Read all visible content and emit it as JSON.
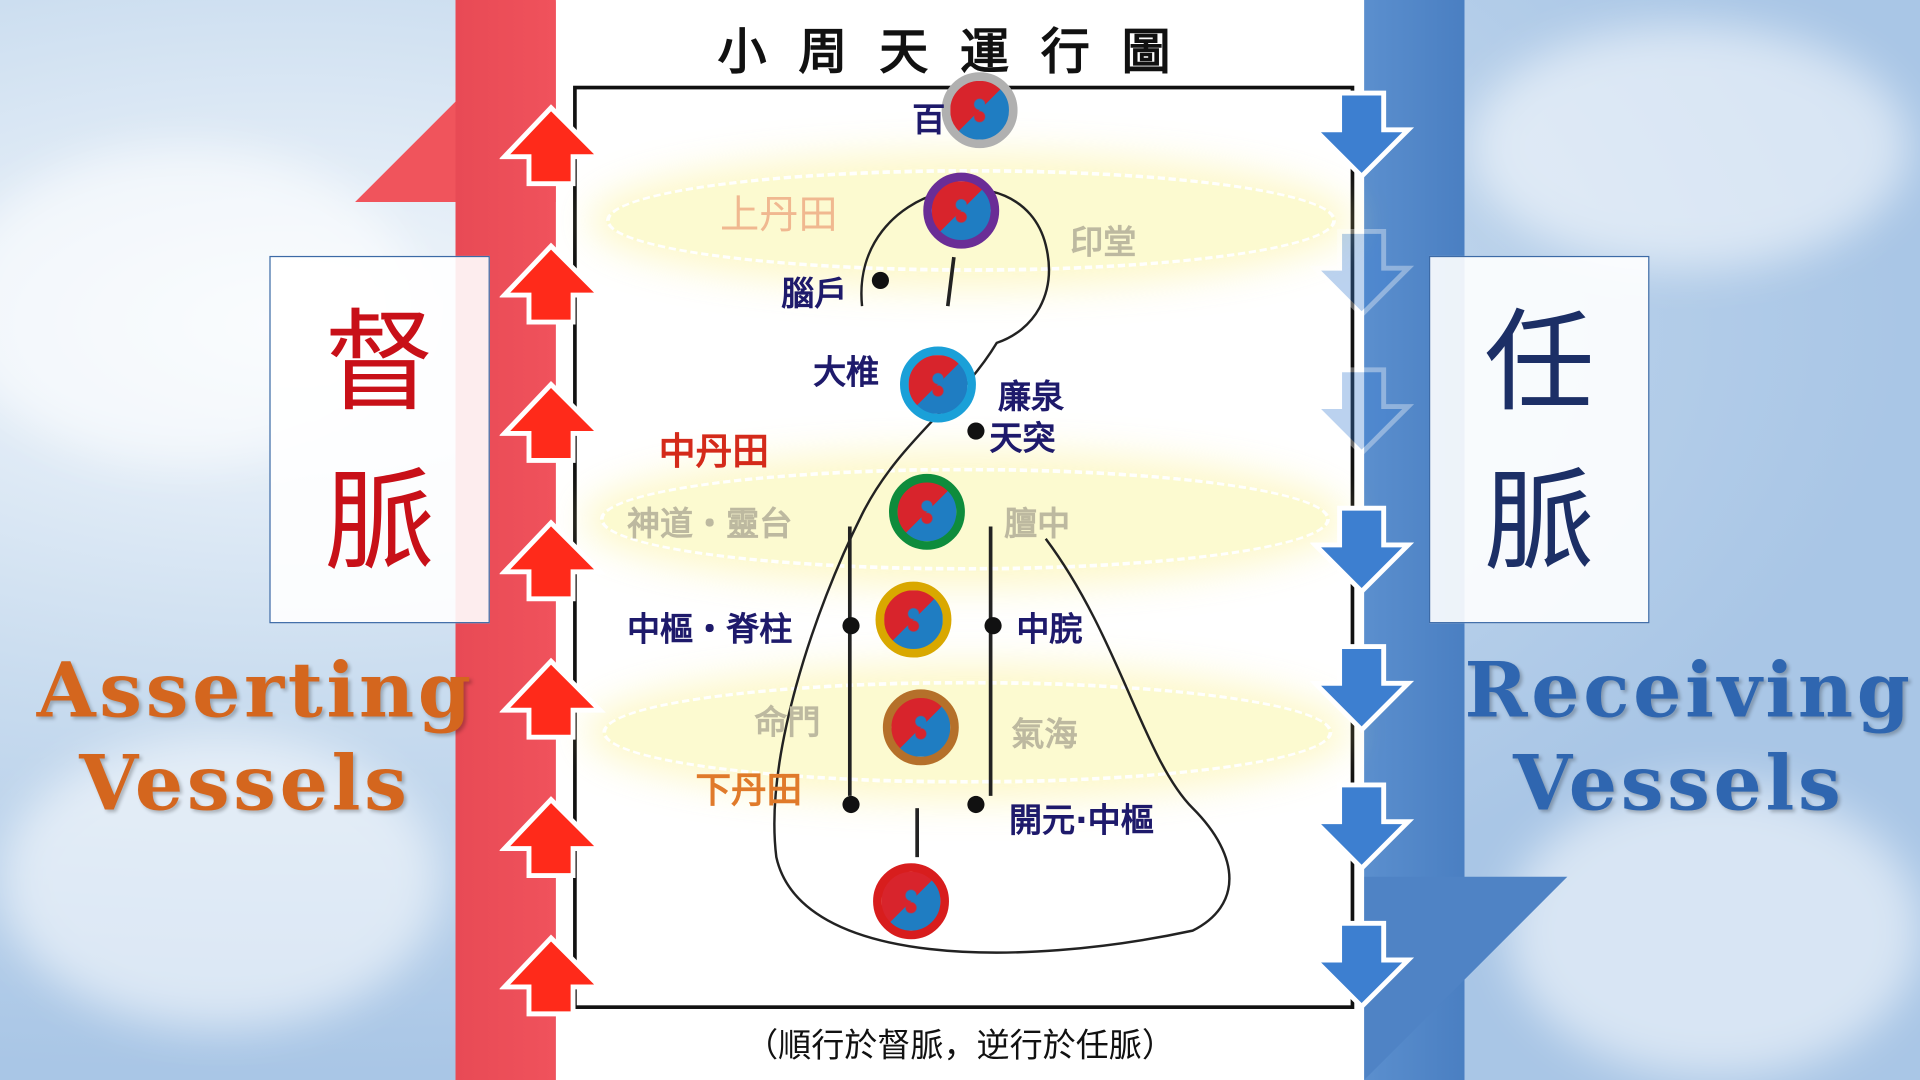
{
  "diagram": {
    "title": "小周天運行圖",
    "caption": "（順行於督脈，逆行於任脈）",
    "points": {
      "baihui": "百",
      "upper_dantian": "上丹田",
      "yintang": "印堂",
      "naohu": "腦戶",
      "dazhui": "大椎",
      "lianquan": "廉泉",
      "tiantu": "天突",
      "middle_dantian": "中丹田",
      "shendao": "神道・靈台",
      "danzhong": "膻中",
      "zhongshu": "中樞・脊柱",
      "zhongwan": "中脘",
      "mingmen": "命門",
      "qihai": "氣海",
      "lower_dantian": "下丹田",
      "guanyuan": "開元·中樞"
    }
  },
  "left": {
    "title_char1": "督",
    "title_char2": "脈",
    "english_line1": "Asserting",
    "english_line2": "Vessels",
    "color": "#f0525c"
  },
  "right": {
    "title_char1": "任",
    "title_char2": "脈",
    "english_line1": "Receiving",
    "english_line2": "Vessels",
    "color": "#4a7fc2"
  },
  "orb_colors": [
    "#b0b0b0",
    "#6a2d96",
    "#1aa0d8",
    "#0e8c3c",
    "#d9a800",
    "#b5702a",
    "#d81d1d"
  ]
}
